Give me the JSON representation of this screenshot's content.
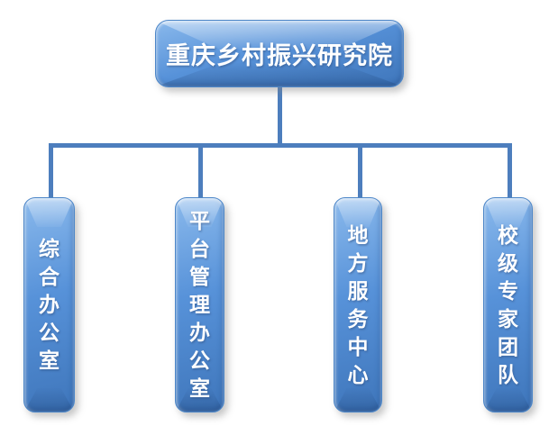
{
  "theme": {
    "background": "#ffffff",
    "connector_color": "#4d7ebd",
    "node_fill": "#5792d9",
    "node_fill_light": "#8ab9ec",
    "node_fill_dark": "#3f76bb",
    "node_border": "#4c86c8",
    "node_text_color": "#ffffff"
  },
  "org_chart": {
    "type": "org-chart",
    "title_node": "重庆乡村振兴研究院",
    "departments": [
      "综合办公室",
      "平台管理办公室",
      "地方服务中心",
      "校级专家团队"
    ]
  }
}
